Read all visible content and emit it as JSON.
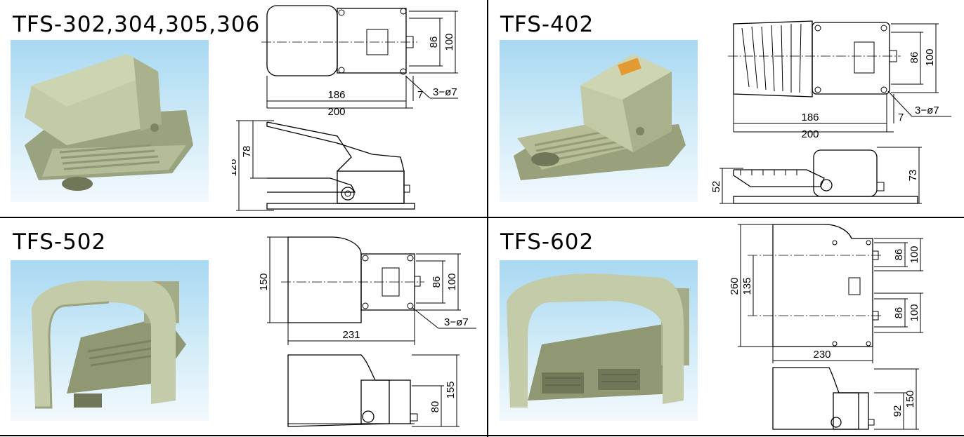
{
  "panels": {
    "tfs302": {
      "title": "TFS-302,304,305,306",
      "dims": {
        "width_inner": "186",
        "width_outer": "200",
        "height_inner": "86",
        "height_outer": "100",
        "hole_offset": "7",
        "holes": "3−ø7",
        "side_inner": "78",
        "side_outer": "126"
      }
    },
    "tfs402": {
      "title": "TFS-402",
      "dims": {
        "width_inner": "186",
        "width_outer": "200",
        "height_inner": "86",
        "height_outer": "100",
        "hole_offset": "7",
        "holes": "3−ø7",
        "side_inner": "52",
        "side_outer": "73"
      }
    },
    "tfs502": {
      "title": "TFS-502",
      "dims": {
        "length": "231",
        "width": "150",
        "height_inner": "86",
        "height_outer": "100",
        "holes": "3−ø7",
        "side_inner": "80",
        "side_outer": "155"
      }
    },
    "tfs602": {
      "title": "TFS-602",
      "dims": {
        "length": "230",
        "overall": "260",
        "pitch": "135",
        "upper_inner": "86",
        "upper_outer": "100",
        "lower_inner": "86",
        "lower_outer": "100",
        "side_inner": "92",
        "side_outer": "150"
      }
    }
  },
  "colors": {
    "body": "#b9c2a0",
    "background_top": "#a8d8f2",
    "background_bottom": "#f2f9fd"
  }
}
